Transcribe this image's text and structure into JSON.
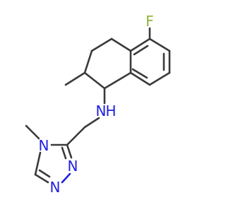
{
  "molecule": {
    "atoms": {
      "fluorine": "F",
      "amine_n": "N",
      "amine_h": "H",
      "triazole_n4": "N",
      "triazole_n1": "N",
      "triazole_n2": "N"
    }
  },
  "colors": {
    "carbon_bond": "#3a3a3a",
    "nitrogen": "#2020e0",
    "fluorine": "#8fb43a"
  }
}
